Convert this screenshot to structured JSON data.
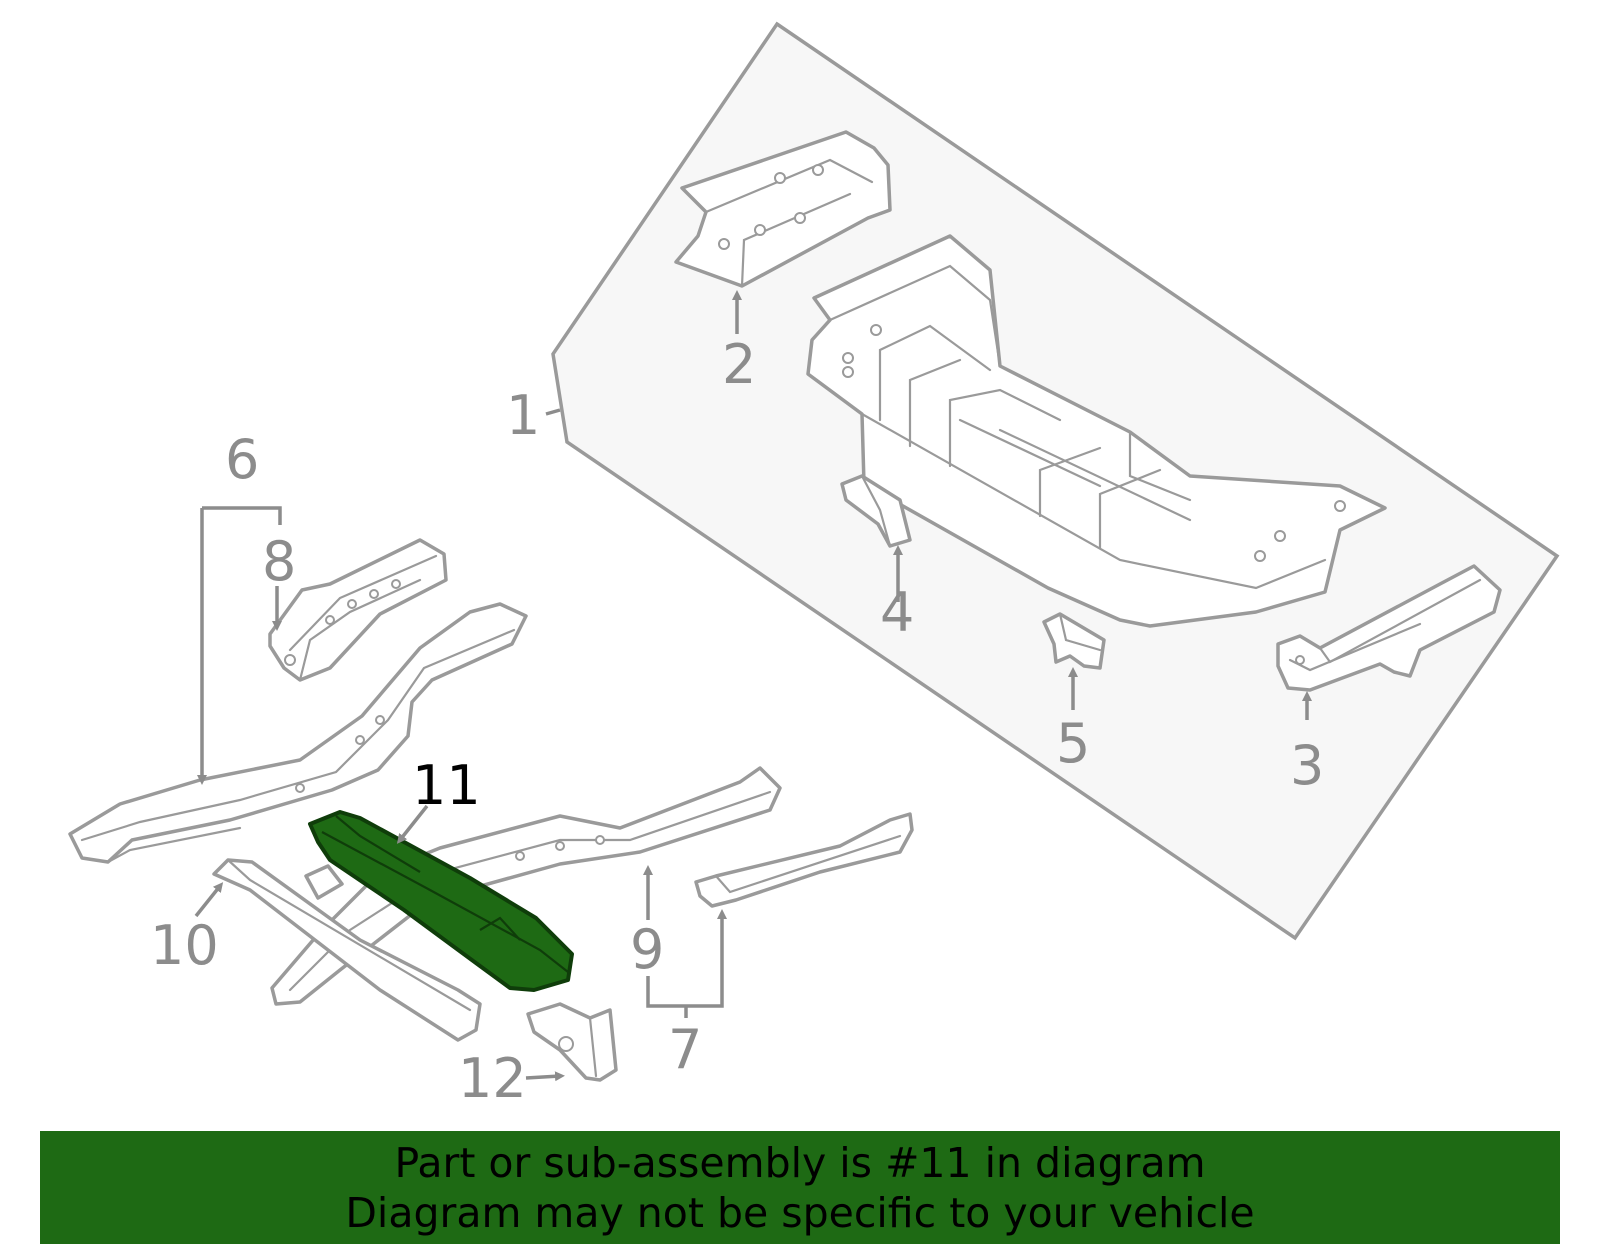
{
  "diagram": {
    "callouts": {
      "c1": "1",
      "c2": "2",
      "c3": "3",
      "c4": "4",
      "c5": "5",
      "c6": "6",
      "c7": "7",
      "c8": "8",
      "c9": "9",
      "c10": "10",
      "c11": "11",
      "c12": "12"
    },
    "highlighted_part": "11",
    "colors": {
      "highlight": "#1e6a14",
      "line": "#9a9a9a",
      "panel": "#f7f7f7"
    }
  },
  "banner": {
    "line1": "Part or sub-assembly is #11 in diagram",
    "line2": "Diagram may not be specific to your vehicle"
  }
}
